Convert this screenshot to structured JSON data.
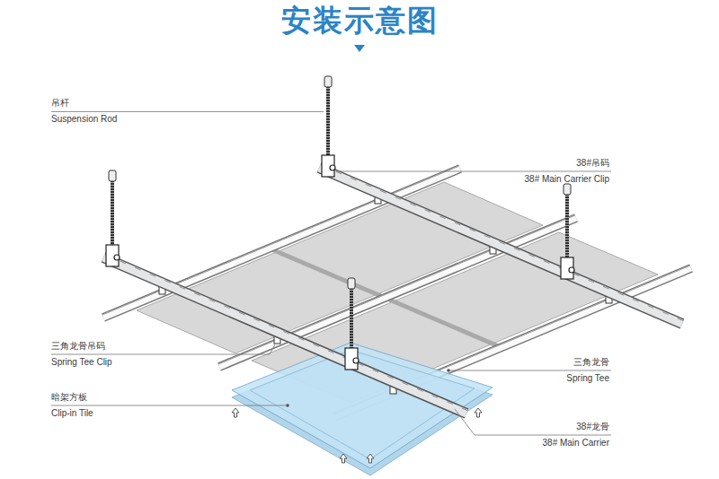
{
  "diagram": {
    "title": "安装示意图",
    "labels": [
      "吊杆",
      "Suspension Rod",
      "38#吊码",
      "38# Main Carrier Clip",
      "三角龙骨吊码",
      "Spring Tee Clip",
      "暗架方板",
      "Clip-in Tile",
      "三角龙骨",
      "Spring Tee",
      "38#龙骨",
      "38# Main Carrier"
    ]
  }
}
